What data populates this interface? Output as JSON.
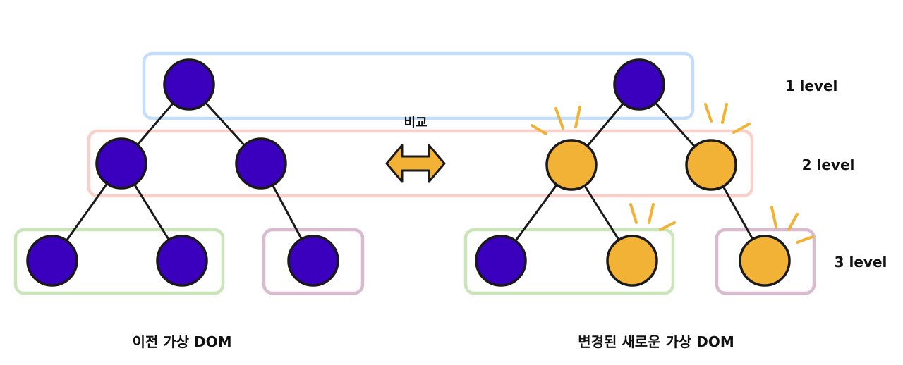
{
  "labels": {
    "compare": "비교",
    "old_tree": "이전 가상 DOM",
    "new_tree": "변경된 새로운 가상 DOM",
    "level1": "1 level",
    "level2": "2 level",
    "level3": "3 level"
  },
  "colors": {
    "unchanged_node": "#3a00bd",
    "changed_node": "#f2b236",
    "edge": "#1a1a1a",
    "level1_box": "#8fc3f5",
    "level2_box": "#f3a79d",
    "level3_box_group1": "#9fd07f",
    "level3_box_group2": "#b884a6",
    "highlight_rays": "#f2b236",
    "compare_arrow": "#f2b236"
  },
  "trees": {
    "old": {
      "root": {
        "state": "unchanged",
        "children": [
          {
            "state": "unchanged",
            "children": [
              {
                "state": "unchanged"
              },
              {
                "state": "unchanged"
              }
            ]
          },
          {
            "state": "unchanged",
            "children": [
              {
                "state": "unchanged"
              }
            ]
          }
        ]
      }
    },
    "new": {
      "root": {
        "state": "unchanged",
        "children": [
          {
            "state": "changed",
            "children": [
              {
                "state": "unchanged"
              },
              {
                "state": "changed"
              }
            ]
          },
          {
            "state": "changed",
            "children": [
              {
                "state": "changed"
              }
            ]
          }
        ]
      }
    }
  }
}
